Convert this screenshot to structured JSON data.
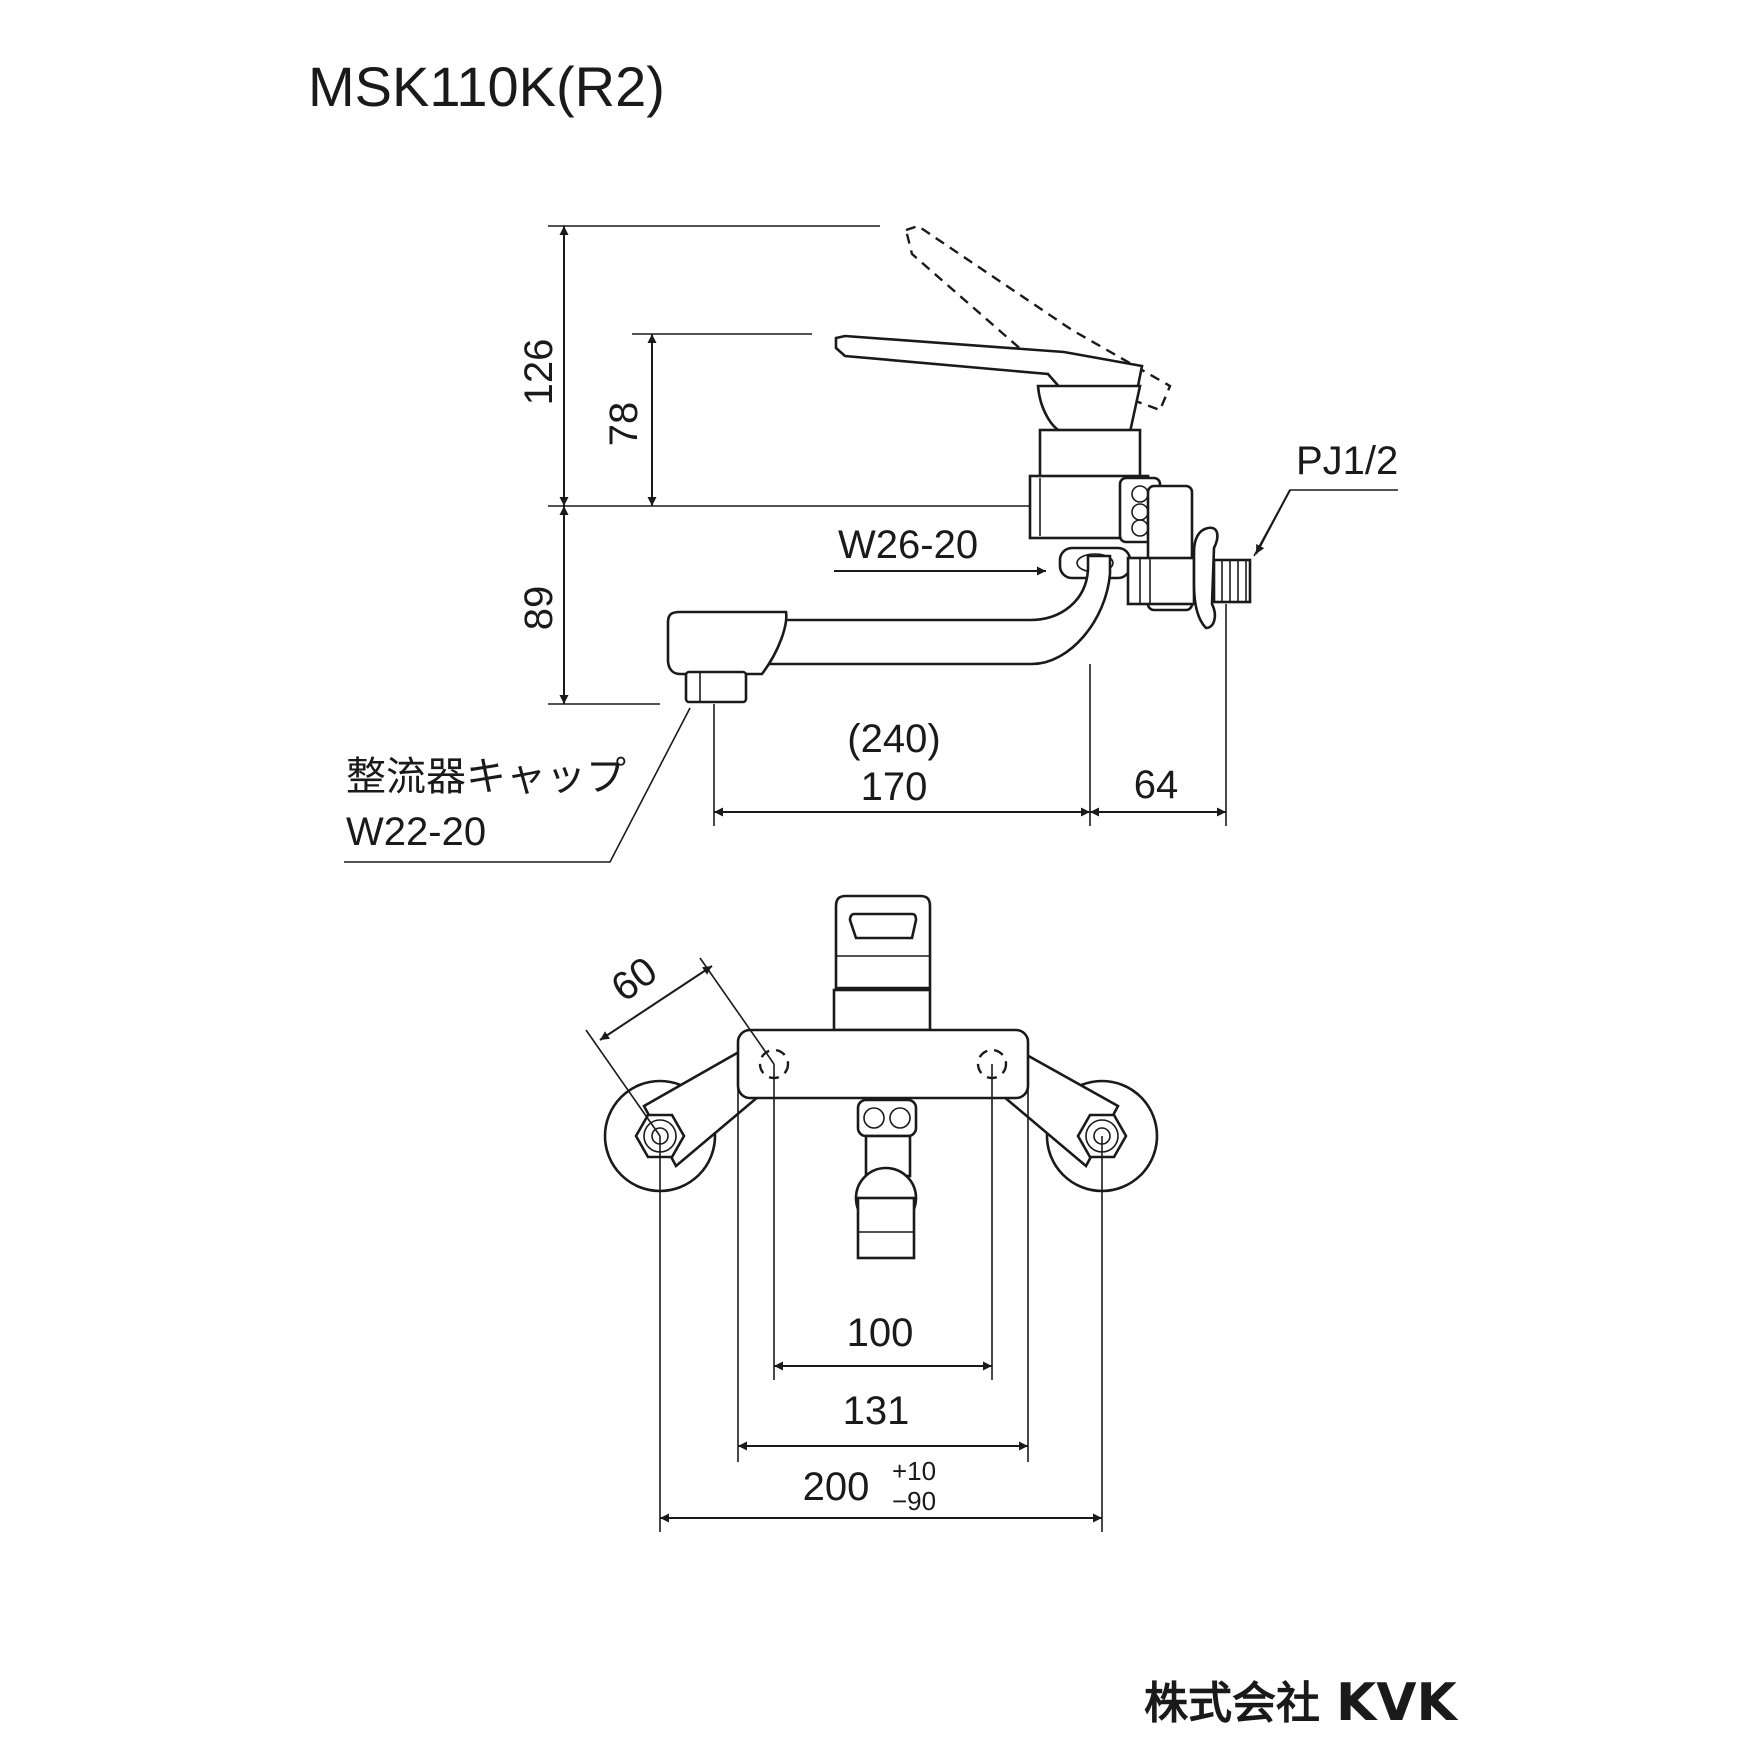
{
  "title": "MSK110K(R2)",
  "brand": {
    "company_jp": "株式会社",
    "logo": "KVK"
  },
  "side_view": {
    "dims": {
      "total_height": "126",
      "lever_height": "78",
      "spout_drop": "89",
      "spout_ref": "(240)",
      "spout_reach": "170",
      "wall_offset": "64"
    },
    "labels": {
      "inlet_thread": "PJ1/2",
      "nut_thread": "W26-20",
      "aerator_cap": "整流器キャップ",
      "aerator_thread": "W22-20"
    }
  },
  "front_view": {
    "dims": {
      "eccentric_radius": "60",
      "body_holes": "100",
      "body_width": "131",
      "mount_pitch": "200",
      "tol_plus": "+10",
      "tol_minus": "−90"
    }
  }
}
